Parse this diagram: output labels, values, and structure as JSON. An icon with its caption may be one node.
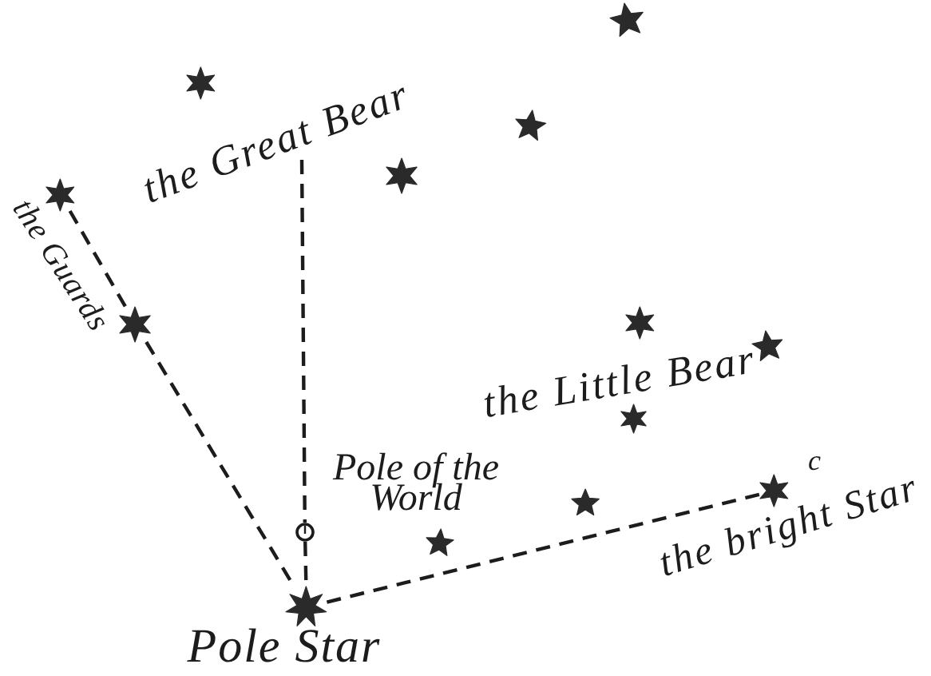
{
  "diagram": {
    "nodes": [
      {
        "text": [],
        "shape": "star"
      },
      {
        "text": [],
        "shape": "star"
      },
      {
        "text": [],
        "shape": "star"
      },
      {
        "text": [
          "the Great Bear"
        ]
      },
      {
        "text": [],
        "shape": "star"
      },
      {
        "text": [],
        "shape": "star"
      },
      {
        "text": [],
        "shape": "star"
      },
      {
        "text": [],
        "shape": "star"
      },
      {
        "text": [],
        "shape": "star"
      },
      {
        "text": [],
        "shape": "star"
      },
      {
        "text": [],
        "shape": "star",
        "beside": [
          "c",
          "the bright Star"
        ]
      },
      {
        "text": [],
        "shape": "star"
      },
      {
        "text": [],
        "shape": "circle",
        "beside": [
          "Pole of the World"
        ]
      },
      {
        "text": [],
        "shape": "star"
      },
      {
        "text": [],
        "shape": "star",
        "beside": [
          "Pole Star"
        ]
      }
    ],
    "edges": [
      {
        "from": 3,
        "to": 12,
        "arrow": "none",
        "style": "dashed"
      },
      {
        "from": 12,
        "to": 14,
        "arrow": "none",
        "style": "dashed"
      },
      {
        "from": 5,
        "to": 6,
        "arrow": "none",
        "style": "dashed"
      },
      {
        "from": 6,
        "to": 14,
        "arrow": "none",
        "style": "dashed"
      },
      {
        "from": 14,
        "to": 10,
        "arrow": "none",
        "style": "dashed"
      }
    ],
    "labels": [
      "the Guards",
      "the Little Bear"
    ]
  }
}
